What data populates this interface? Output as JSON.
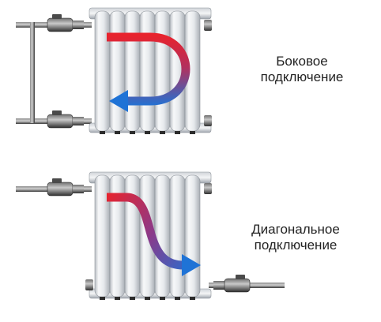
{
  "side_connection": {
    "line1": "Боковое",
    "line2": "подключение"
  },
  "diagonal_connection": {
    "line1": "Диагональное",
    "line2": "подключение"
  },
  "colors": {
    "hot": "#e8232d",
    "cold": "#1f73d6",
    "pipe": "#3b3b3b",
    "radiator": "#e9ecef"
  },
  "icons": [
    "radiator-icon",
    "valve-icon",
    "flow-arrow-icon",
    "pipe-icon"
  ]
}
